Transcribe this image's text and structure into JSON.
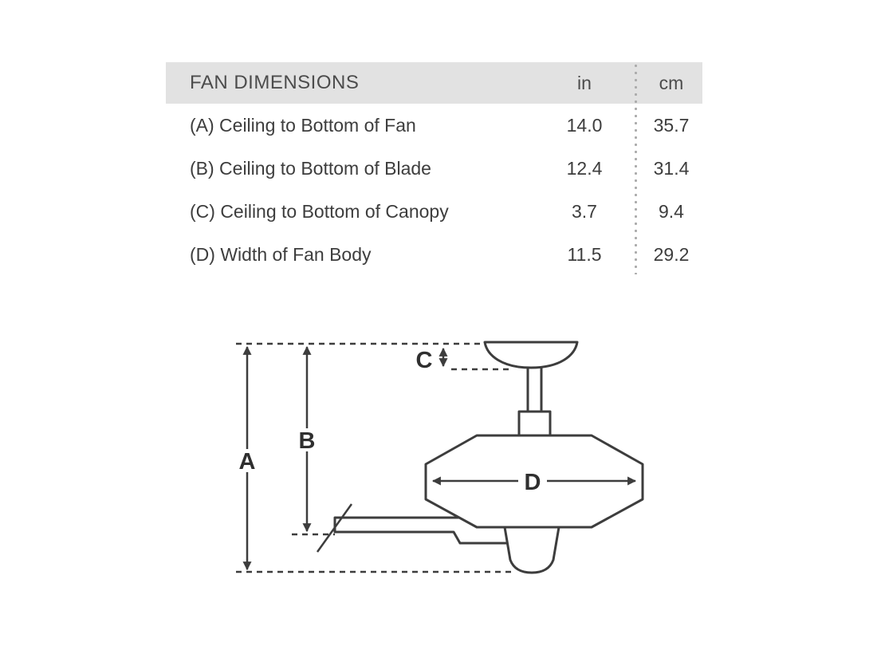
{
  "table": {
    "title": "FAN DIMENSIONS",
    "col_in": "in",
    "col_cm": "cm",
    "rows": [
      {
        "label": "(A) Ceiling to Bottom of Fan",
        "in": "14.0",
        "cm": "35.7"
      },
      {
        "label": "(B) Ceiling to Bottom of Blade",
        "in": "12.4",
        "cm": "31.4"
      },
      {
        "label": "(C) Ceiling to Bottom of Canopy",
        "in": "3.7",
        "cm": "9.4"
      },
      {
        "label": "(D) Width of Fan Body",
        "in": "11.5",
        "cm": "29.2"
      }
    ]
  },
  "diagram": {
    "labels": {
      "a": "A",
      "b": "B",
      "c": "C",
      "d": "D"
    }
  },
  "colors": {
    "header_bg": "#e2e2e2",
    "text": "#3d3d3d",
    "line": "#3d3d3d",
    "dot_separator": "#ababab"
  }
}
